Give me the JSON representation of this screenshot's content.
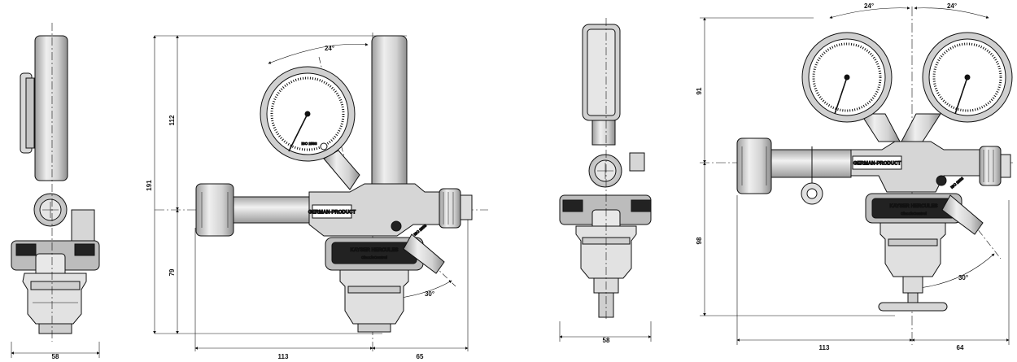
{
  "drawing": {
    "views": [
      {
        "id": "view-1",
        "dims": {
          "width": "58"
        }
      },
      {
        "id": "view-2",
        "dims": {
          "height_total": "191",
          "height_upper": "112",
          "height_lower": "79",
          "width_left": "113",
          "width_right": "65",
          "angle_gauge": "24°",
          "angle_outlet": "30°"
        }
      },
      {
        "id": "view-3",
        "dims": {
          "width": "58"
        }
      },
      {
        "id": "view-4",
        "dims": {
          "height_upper": "91",
          "height_lower": "98",
          "width_left": "113",
          "width_right": "64",
          "angle_gauge_left": "24°",
          "angle_gauge_right": "24°",
          "angle_outlet": "30°"
        }
      }
    ],
    "labels": {
      "nameplate": "GERMAN-PRODUCT",
      "brand": "KAYSER HERCULES",
      "brand_sub": "ClassicControl",
      "iso": "ISO 2503",
      "iso_short": "ISO 2503"
    }
  }
}
